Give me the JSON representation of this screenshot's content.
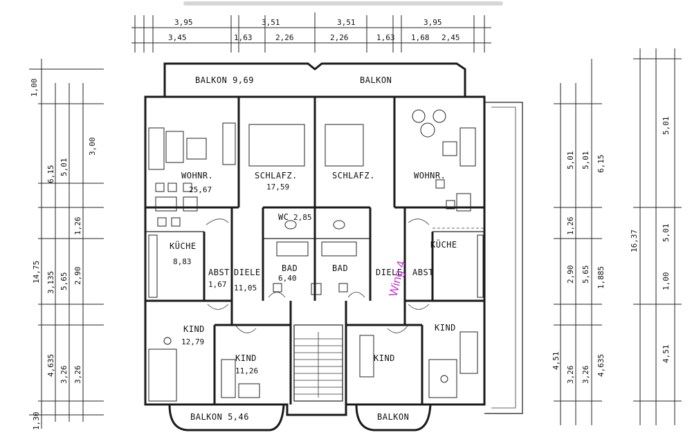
{
  "plan": {
    "annotation": {
      "text": "Wing 4",
      "color": "#c23bd1"
    },
    "balconies": {
      "top_left": "BALKON 9,69",
      "top_right": "BALKON",
      "bottom_left": "BALKON 5,46",
      "bottom_right": "BALKON"
    },
    "rooms": {
      "wohn_left": {
        "name": "WOHNR.",
        "area": "25,67"
      },
      "schlaf_left": {
        "name": "SCHLAFZ.",
        "area": "17,59"
      },
      "schlaf_right": {
        "name": "SCHLAFZ."
      },
      "wohn_right": {
        "name": "WOHNR."
      },
      "wc": {
        "name": "WC",
        "area": "2,85"
      },
      "kueche_left": {
        "name": "KÜCHE",
        "area": "8,83"
      },
      "abst_left": {
        "name": "ABST",
        "area": "1,67"
      },
      "diele_left": {
        "name": "DIELE",
        "area": "11,05"
      },
      "bad_left": {
        "name": "BAD",
        "area": "6,40"
      },
      "bad_right": {
        "name": "BAD"
      },
      "diele_right": {
        "name": "DIELE"
      },
      "abst_right": {
        "name": "ABST"
      },
      "kueche_right": {
        "name": "KÜCHE"
      },
      "kind_left_1": {
        "name": "KIND",
        "area": "12,79"
      },
      "kind_left_2": {
        "name": "KIND",
        "area": "11,26"
      },
      "kind_right_1": {
        "name": "KIND"
      },
      "kind_right_2": {
        "name": "KIND"
      }
    },
    "top_dims_row1": [
      "3,95",
      "3,51",
      "3,51",
      "3,95"
    ],
    "top_dims_row2": [
      "3,45",
      "1,63",
      "2,26",
      "2,26",
      "1,63",
      "1,68",
      "2,45"
    ],
    "left_dims": [
      "1,00",
      "6,15",
      "5,01",
      "3,00",
      "14,75",
      "1,26",
      "3,135",
      "5,65",
      "2,90",
      "4,635",
      "3,26",
      "3,26",
      "1,30"
    ],
    "right_dims": [
      "5,01",
      "5,01",
      "6,15",
      "1,26",
      "5,65",
      "2,90",
      "1,885",
      "4,51",
      "3,26",
      "3,26",
      "4,635",
      "16,37",
      "5,01",
      "5,01",
      "1,00",
      "4,51"
    ]
  }
}
